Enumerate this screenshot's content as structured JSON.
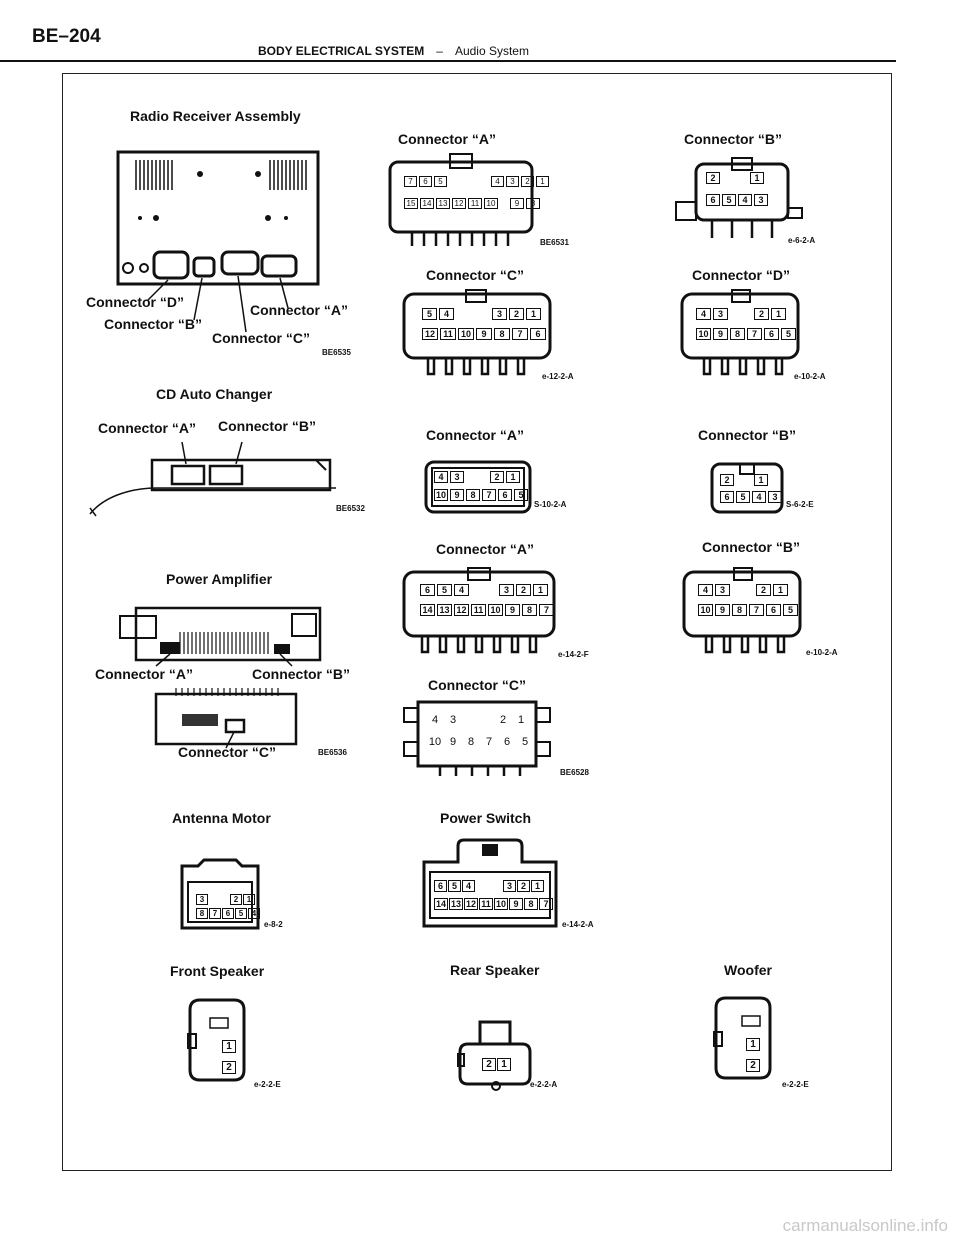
{
  "header": {
    "page_number": "BE–204",
    "section": "BODY ELECTRICAL SYSTEM",
    "separator": "–",
    "subsection": "Audio System"
  },
  "radio": {
    "title": "Radio Receiver Assembly",
    "callout_d": "Connector “D”",
    "callout_b": "Connector “B”",
    "callout_c": "Connector “C”",
    "callout_a": "Connector “A”",
    "code": "BE6535",
    "conn_a": {
      "title": "Connector “A”",
      "code": "BE6531",
      "row1": [
        "7",
        "6",
        "5",
        "",
        "4",
        "3",
        "2",
        "1"
      ],
      "row2": [
        "15",
        "14",
        "13",
        "12",
        "11",
        "10",
        "",
        "9",
        "8"
      ]
    },
    "conn_b": {
      "title": "Connector “B”",
      "code": "e-6-2-A",
      "row1": [
        "2",
        "",
        "1"
      ],
      "row2": [
        "6",
        "5",
        "4",
        "3"
      ]
    },
    "conn_c": {
      "title": "Connector “C”",
      "code": "e-12-2-A",
      "row1": [
        "5",
        "4",
        "",
        "3",
        "2",
        "1"
      ],
      "row2": [
        "12",
        "11",
        "10",
        "9",
        "8",
        "7",
        "6"
      ]
    },
    "conn_d": {
      "title": "Connector “D”",
      "code": "e-10-2-A",
      "row1": [
        "4",
        "3",
        "",
        "2",
        "1"
      ],
      "row2": [
        "10",
        "9",
        "8",
        "7",
        "6",
        "5"
      ]
    }
  },
  "cd": {
    "title": "CD Auto Changer",
    "callout_a": "Connector “A”",
    "callout_b": "Connector “B”",
    "code": "BE6532",
    "conn_a": {
      "title": "Connector “A”",
      "code": "S-10-2-A",
      "row1": [
        "4",
        "3",
        "",
        "2",
        "1"
      ],
      "row2": [
        "10",
        "9",
        "8",
        "7",
        "6",
        "5"
      ]
    },
    "conn_b": {
      "title": "Connector “B”",
      "code": "S-6-2-E",
      "row1": [
        "2",
        "",
        "1"
      ],
      "row2": [
        "6",
        "5",
        "4",
        "3"
      ]
    }
  },
  "amp": {
    "title": "Power Amplifier",
    "callout_a": "Connector “A”",
    "callout_b": "Connector “B”",
    "callout_c": "Connector “C”",
    "code": "BE6536",
    "conn_a": {
      "title": "Connector “A”",
      "code": "e-14-2-F",
      "row1": [
        "6",
        "5",
        "4",
        "",
        "3",
        "2",
        "1"
      ],
      "row2": [
        "14",
        "13",
        "12",
        "11",
        "10",
        "9",
        "8",
        "7"
      ]
    },
    "conn_b": {
      "title": "Connector “B”",
      "code": "e-10-2-A",
      "row1": [
        "4",
        "3",
        "",
        "2",
        "1"
      ],
      "row2": [
        "10",
        "9",
        "8",
        "7",
        "6",
        "5"
      ]
    },
    "conn_c": {
      "title": "Connector “C”",
      "code": "BE6528",
      "row1": [
        "4",
        "3",
        "",
        "2",
        "1"
      ],
      "row2": [
        "10",
        "9",
        "8",
        "7",
        "6",
        "5"
      ]
    }
  },
  "antenna": {
    "title": "Antenna Motor",
    "code": "e-8-2",
    "row1": [
      "3",
      "",
      "2",
      "1"
    ],
    "row2": [
      "8",
      "7",
      "6",
      "5",
      "4"
    ]
  },
  "power_switch": {
    "title": "Power Switch",
    "code": "e-14-2-A",
    "row1": [
      "6",
      "5",
      "4",
      "",
      "3",
      "2",
      "1"
    ],
    "row2": [
      "14",
      "13",
      "12",
      "11",
      "10",
      "9",
      "8",
      "7"
    ]
  },
  "front_speaker": {
    "title": "Front Speaker",
    "code": "e-2-2-E",
    "pins": [
      "1",
      "2"
    ]
  },
  "rear_speaker": {
    "title": "Rear Speaker",
    "code": "e-2-2-A",
    "pins": [
      "2",
      "1"
    ]
  },
  "woofer": {
    "title": "Woofer",
    "code": "e-2-2-E",
    "pins": [
      "1",
      "2"
    ]
  },
  "watermark": "carmanualsonline.info"
}
